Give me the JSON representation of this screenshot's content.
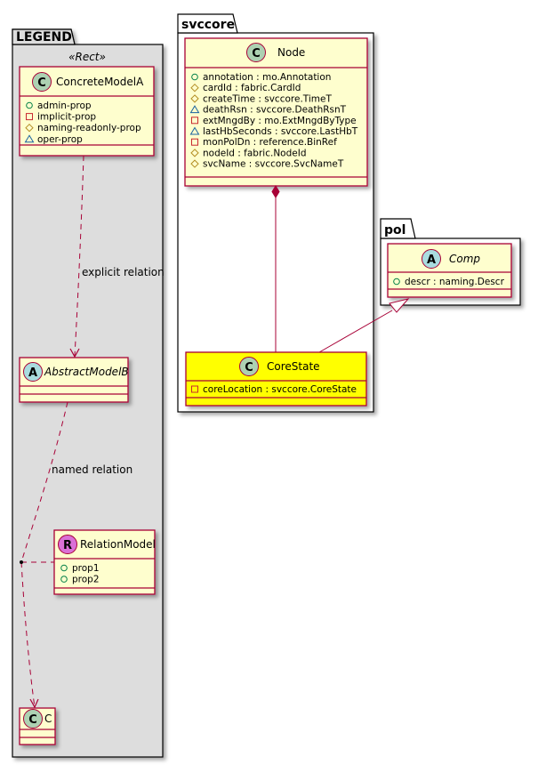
{
  "colors": {
    "class_fill": "#FEFECE",
    "class_border": "#A80036",
    "highlight_fill": "#FFFF00",
    "legend_fill": "#DDDDDD",
    "spot_class": "#ADD1B2",
    "spot_abstract": "#A9DCDF",
    "spot_relation": "#DA70D6",
    "vis_public": "#038048",
    "vis_private": "#C82930",
    "vis_protected": "#B38D22",
    "vis_package": "#1963A0"
  },
  "packages": {
    "legend": {
      "title": "LEGEND",
      "stereotype": "«Rect»"
    },
    "svccore": {
      "title": "svccore"
    },
    "pol": {
      "title": "pol"
    }
  },
  "classes": {
    "concrete_model_a": {
      "spot": "C",
      "name": "ConcreteModelA",
      "attributes": [
        {
          "vis": "public",
          "text": "admin-prop"
        },
        {
          "vis": "private",
          "text": "implicit-prop"
        },
        {
          "vis": "protected",
          "text": "naming-readonly-prop"
        },
        {
          "vis": "package",
          "text": "oper-prop"
        }
      ]
    },
    "abstract_model_b": {
      "spot": "A",
      "name": "AbstractModelB",
      "attributes": []
    },
    "relation_model": {
      "spot": "R",
      "name": "RelationModel",
      "attributes": [
        {
          "vis": "public",
          "text": "prop1"
        },
        {
          "vis": "public",
          "text": "prop2"
        }
      ]
    },
    "c": {
      "spot": "C",
      "name": "C",
      "attributes": []
    },
    "node": {
      "spot": "C",
      "name": "Node",
      "attributes": [
        {
          "vis": "public",
          "text": "annotation : mo.Annotation"
        },
        {
          "vis": "protected",
          "text": "cardId : fabric.CardId"
        },
        {
          "vis": "protected",
          "text": "createTime : svccore.TimeT"
        },
        {
          "vis": "package",
          "text": "deathRsn : svccore.DeathRsnT"
        },
        {
          "vis": "private",
          "text": "extMngdBy : mo.ExtMngdByType"
        },
        {
          "vis": "package",
          "text": "lastHbSeconds : svccore.LastHbT"
        },
        {
          "vis": "private",
          "text": "monPolDn : reference.BinRef"
        },
        {
          "vis": "protected",
          "text": "nodeId : fabric.NodeId"
        },
        {
          "vis": "protected",
          "text": "svcName : svccore.SvcNameT"
        }
      ]
    },
    "core_state": {
      "spot": "C",
      "name": "CoreState",
      "attributes": [
        {
          "vis": "private",
          "text": "coreLocation : svccore.CoreState"
        }
      ]
    },
    "comp": {
      "spot": "A",
      "name": "Comp",
      "attributes": [
        {
          "vis": "public",
          "text": "descr : naming.Descr"
        }
      ]
    }
  },
  "relations": {
    "explicit": {
      "label": "explicit relation",
      "from": "ConcreteModelA",
      "to": "AbstractModelB",
      "kind": "dependency"
    },
    "named": {
      "label": "named relation",
      "from": "AbstractModelB",
      "to": "C",
      "kind": "dependency",
      "association_class": "RelationModel"
    },
    "composition": {
      "label": "",
      "from": "Node",
      "to": "CoreState",
      "kind": "composition"
    },
    "inheritance": {
      "label": "",
      "from": "CoreState",
      "to": "Comp",
      "kind": "generalization"
    }
  }
}
